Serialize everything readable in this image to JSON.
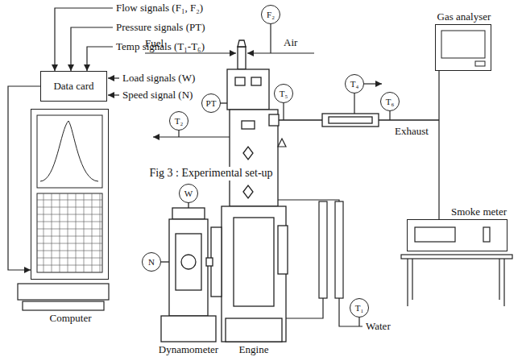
{
  "diagram": {
    "caption": "Fig 3 : Experimental set-up",
    "nodes": [
      {
        "text": [
          "F₂"
        ]
      },
      {
        "text": [
          "Data card"
        ]
      },
      {
        "text": [
          "Gas analyser"
        ]
      },
      {
        "text": [
          "PT"
        ]
      },
      {
        "text": [
          "T₅"
        ]
      },
      {
        "text": [
          "T₄"
        ]
      },
      {
        "text": [
          "T₂"
        ]
      },
      {
        "text": [
          "T₆"
        ]
      },
      {
        "text": [
          "Computer"
        ]
      },
      {
        "text": [
          "W"
        ]
      },
      {
        "text": [
          "Smoke meter"
        ]
      },
      {
        "text": [
          "N"
        ]
      },
      {
        "text": [
          "T₁"
        ]
      }
    ],
    "edges": [
      {
        "from": 1,
        "to": 8,
        "arrow": "to"
      },
      {
        "from": 2,
        "to": 10,
        "arrow": "none"
      }
    ],
    "labels": [
      "Flow signals (F₁, F₂)",
      "Pressure signals (PT)",
      "Temp signals (T₁-T₆)",
      "Load signals (W)",
      "Speed signal (N)",
      "Fuel",
      "Air",
      "Exhaust",
      "Water",
      "Dynamometer",
      "Engine"
    ]
  }
}
